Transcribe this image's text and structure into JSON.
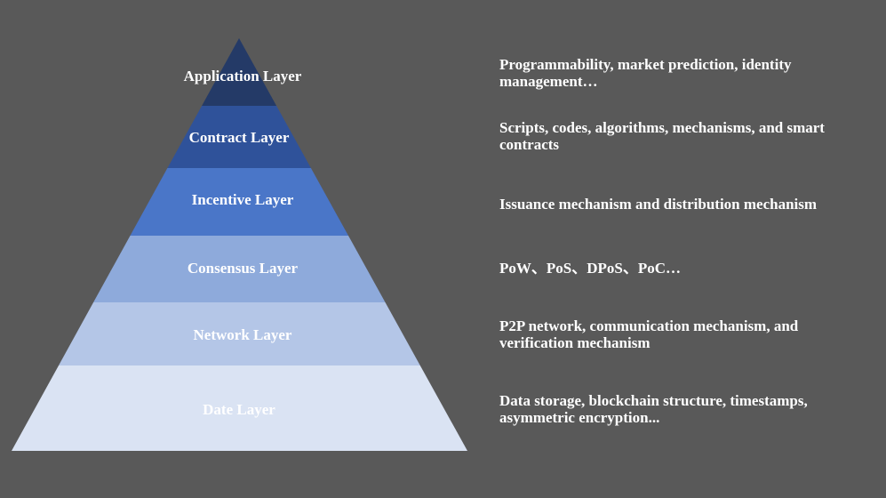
{
  "layers": [
    {
      "name": "Application Layer",
      "description": "Programmability, market prediction, identity management…",
      "fill": "#243a67",
      "text_color": "#ffffff"
    },
    {
      "name": "Contract Layer",
      "description": "Scripts, codes, algorithms, mechanisms, and smart contracts",
      "fill": "#2f529a",
      "text_color": "#ffffff"
    },
    {
      "name": "Incentive Layer",
      "description": "Issuance mechanism and distribution mechanism",
      "fill": "#4a76c8",
      "text_color": "#ffffff"
    },
    {
      "name": "Consensus Layer",
      "description": "PoW、PoS、DPoS、PoC…",
      "fill": "#8eaadb",
      "text_color": "#ffffff"
    },
    {
      "name": "Network Layer",
      "description": "P2P network, communication mechanism, and verification mechanism",
      "fill": "#b4c6e7",
      "text_color": "#ffffff"
    },
    {
      "name": "Date Layer",
      "description": "Data storage, blockchain structure, timestamps, asymmetric encryption...",
      "fill": "#dae3f3",
      "text_color": "#ffffff"
    }
  ],
  "colors": {
    "background": "#595959"
  }
}
